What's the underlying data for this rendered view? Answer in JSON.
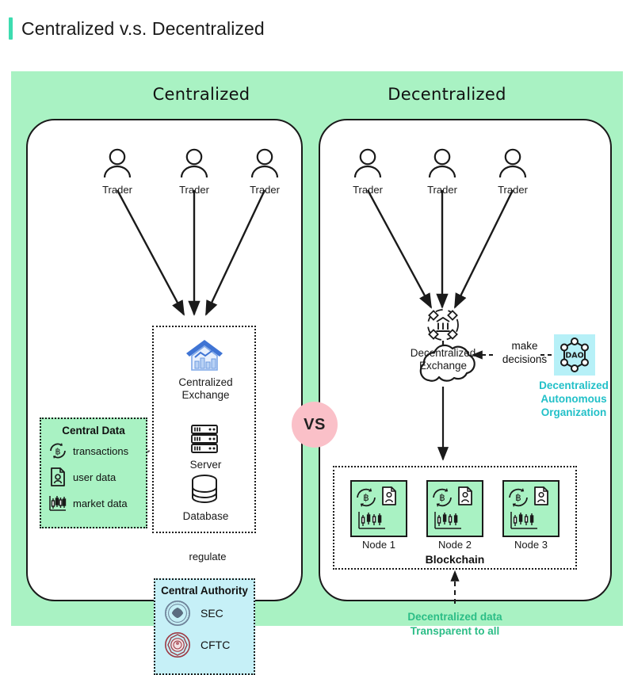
{
  "page": {
    "title": "Centralized v.s. Decentralized",
    "accent_color": "#3ddcb0",
    "stage_bg": "#a9f2c3"
  },
  "columns": {
    "left_heading": "Centralized",
    "right_heading": "Decentralized"
  },
  "vs_badge": {
    "label": "VS",
    "color": "#fac0c8"
  },
  "left": {
    "traders": [
      {
        "label": "Trader"
      },
      {
        "label": "Trader"
      },
      {
        "label": "Trader"
      }
    ],
    "exchange": {
      "icon": "house-chart-icon",
      "label_line1": "Centralized",
      "label_line2": "Exchange",
      "server_label": "Server",
      "server_icon": "server-rack-icon",
      "database_label": "Database",
      "database_icon": "database-cylinder-icon"
    },
    "central_data": {
      "heading": "Central Data",
      "fill": "#a9f2c3",
      "items": [
        {
          "icon": "bitcoin-cycle-icon",
          "label": "transactions"
        },
        {
          "icon": "user-document-icon",
          "label": "user data"
        },
        {
          "icon": "candlestick-chart-icon",
          "label": "market data"
        }
      ]
    },
    "regulate_label": "regulate",
    "central_authority": {
      "heading": "Central Authority",
      "fill": "#c6f0f7",
      "items": [
        {
          "icon": "sec-seal-icon",
          "label": "SEC"
        },
        {
          "icon": "cftc-seal-icon",
          "label": "CFTC"
        }
      ]
    }
  },
  "right": {
    "traders": [
      {
        "label": "Trader"
      },
      {
        "label": "Trader"
      },
      {
        "label": "Trader"
      }
    ],
    "exchange": {
      "icon": "decentralized-bank-icon",
      "label_line1": "Decentralized",
      "label_line2": "Exchange"
    },
    "make_decisions_label": "make\ndecisions",
    "make_decisions_line1": "make",
    "make_decisions_line2": "decisions",
    "dao": {
      "icon": "dao-hexagon-icon",
      "icon_text": "DAO",
      "chip_fill": "#b6f0f7",
      "caption": "Decentralized Autonomous Organization",
      "caption_color": "#22c0c8"
    },
    "cloud_icon": "cloud-icon",
    "blockchain": {
      "label": "Blockchain",
      "nodes": [
        {
          "label": "Node 1",
          "icons": [
            "bitcoin-cycle-icon",
            "user-document-icon",
            "candlestick-chart-icon"
          ]
        },
        {
          "label": "Node 2",
          "icons": [
            "bitcoin-cycle-icon",
            "user-document-icon",
            "candlestick-chart-icon"
          ]
        },
        {
          "label": "Node 3",
          "icons": [
            "bitcoin-cycle-icon",
            "user-document-icon",
            "candlestick-chart-icon"
          ]
        }
      ]
    },
    "transparency_note_line1": "Decentralized data",
    "transparency_note_line2": "Transparent to all",
    "transparency_color": "#2bbd86"
  }
}
